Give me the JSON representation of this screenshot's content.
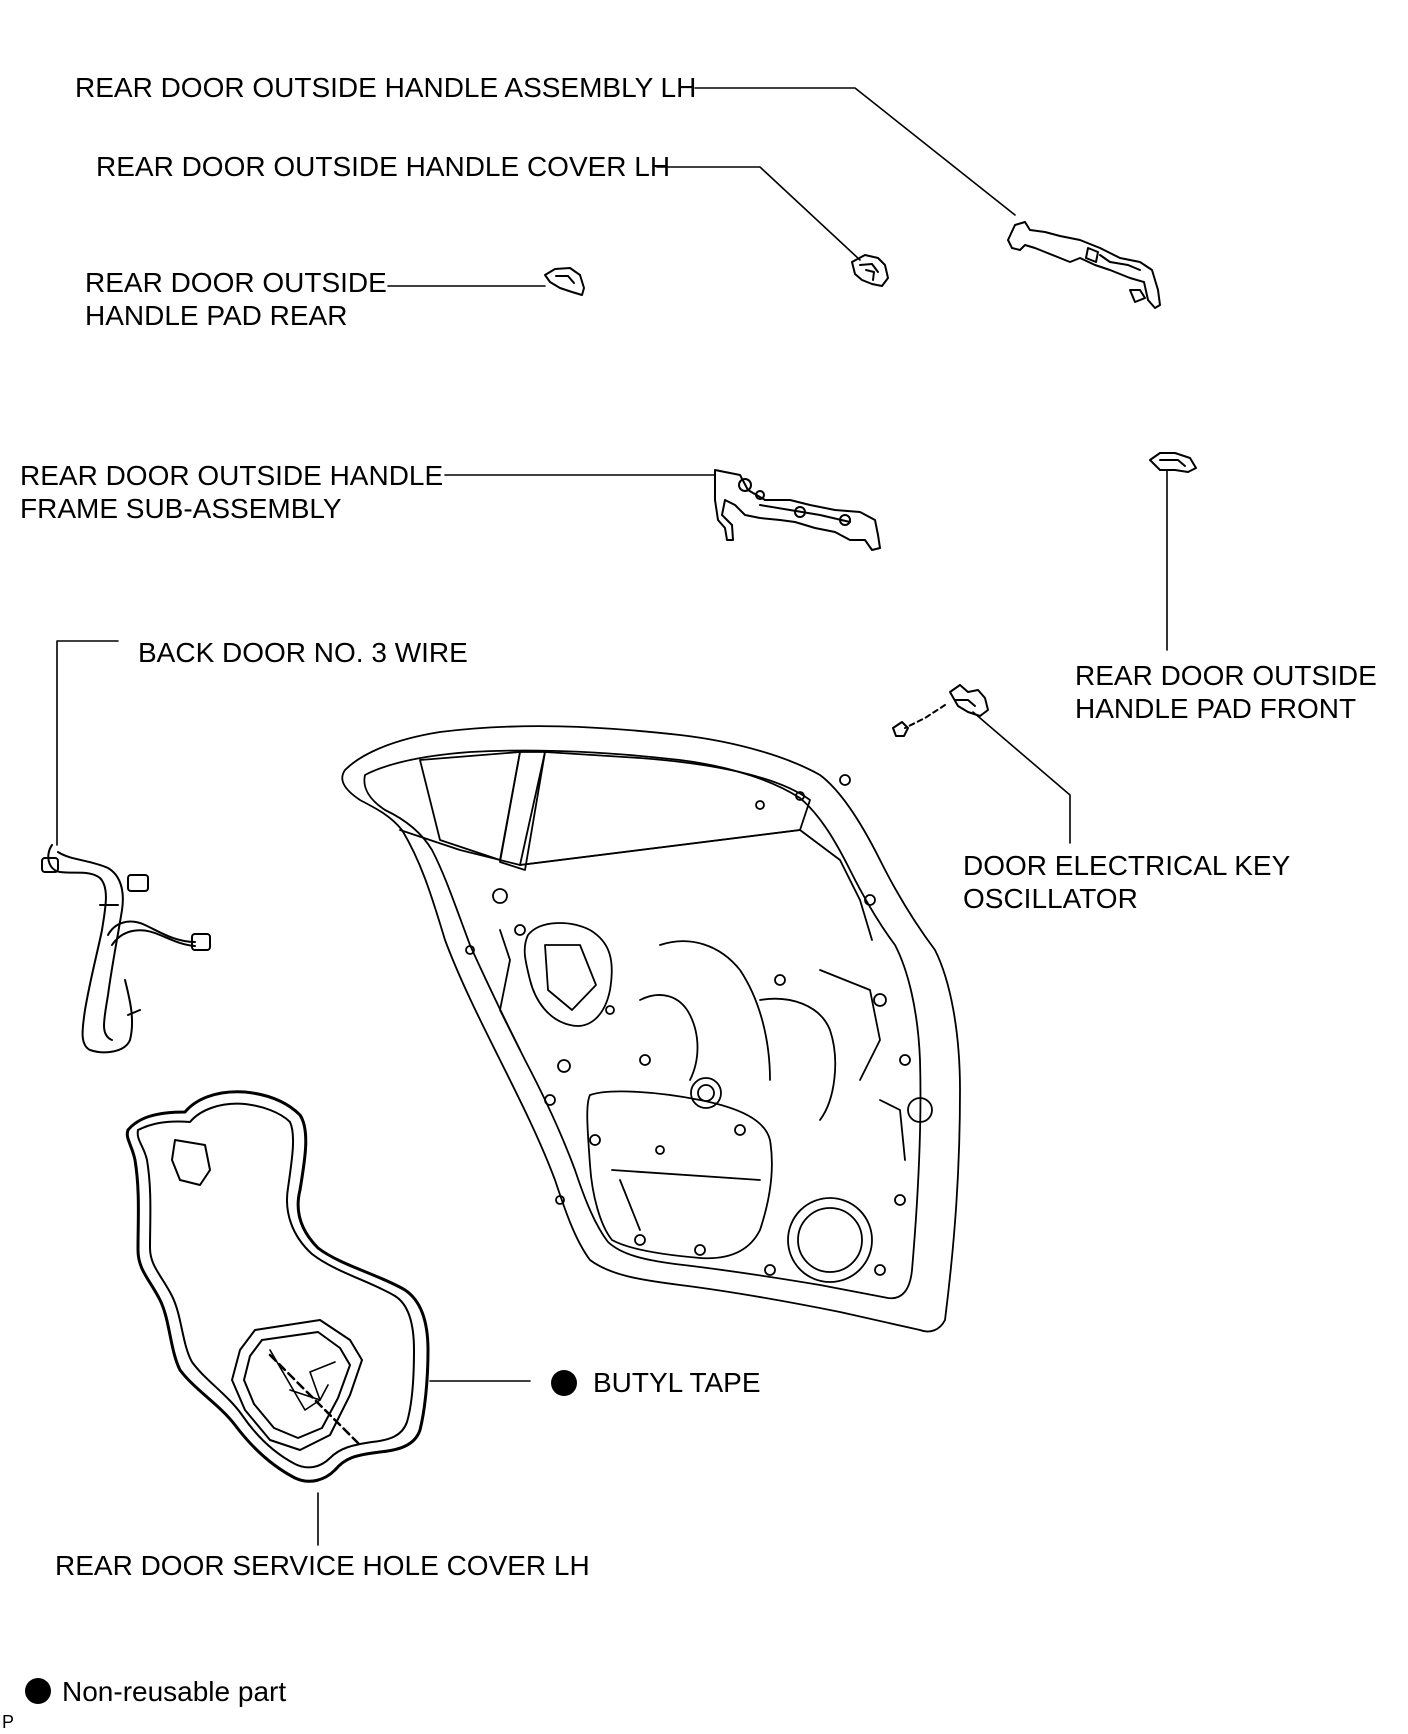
{
  "labels": {
    "handle_assembly": "REAR DOOR OUTSIDE HANDLE ASSEMBLY LH",
    "handle_cover": "REAR DOOR OUTSIDE HANDLE COVER LH",
    "pad_rear": [
      "REAR DOOR OUTSIDE",
      "HANDLE PAD REAR"
    ],
    "frame_sub_assembly": [
      "REAR DOOR OUTSIDE HANDLE",
      "FRAME SUB-ASSEMBLY"
    ],
    "back_door_wire": "BACK DOOR NO. 3 WIRE",
    "pad_front": [
      "REAR DOOR OUTSIDE",
      "HANDLE PAD FRONT"
    ],
    "key_oscillator": [
      "DOOR ELECTRICAL KEY",
      "OSCILLATOR"
    ],
    "butyl_tape": "BUTYL TAPE",
    "service_hole_cover": "REAR DOOR SERVICE HOLE COVER LH"
  },
  "legend": {
    "symbol": "non-reusable-dot-icon",
    "text": "Non-reusable part"
  },
  "corner_mark": "P"
}
